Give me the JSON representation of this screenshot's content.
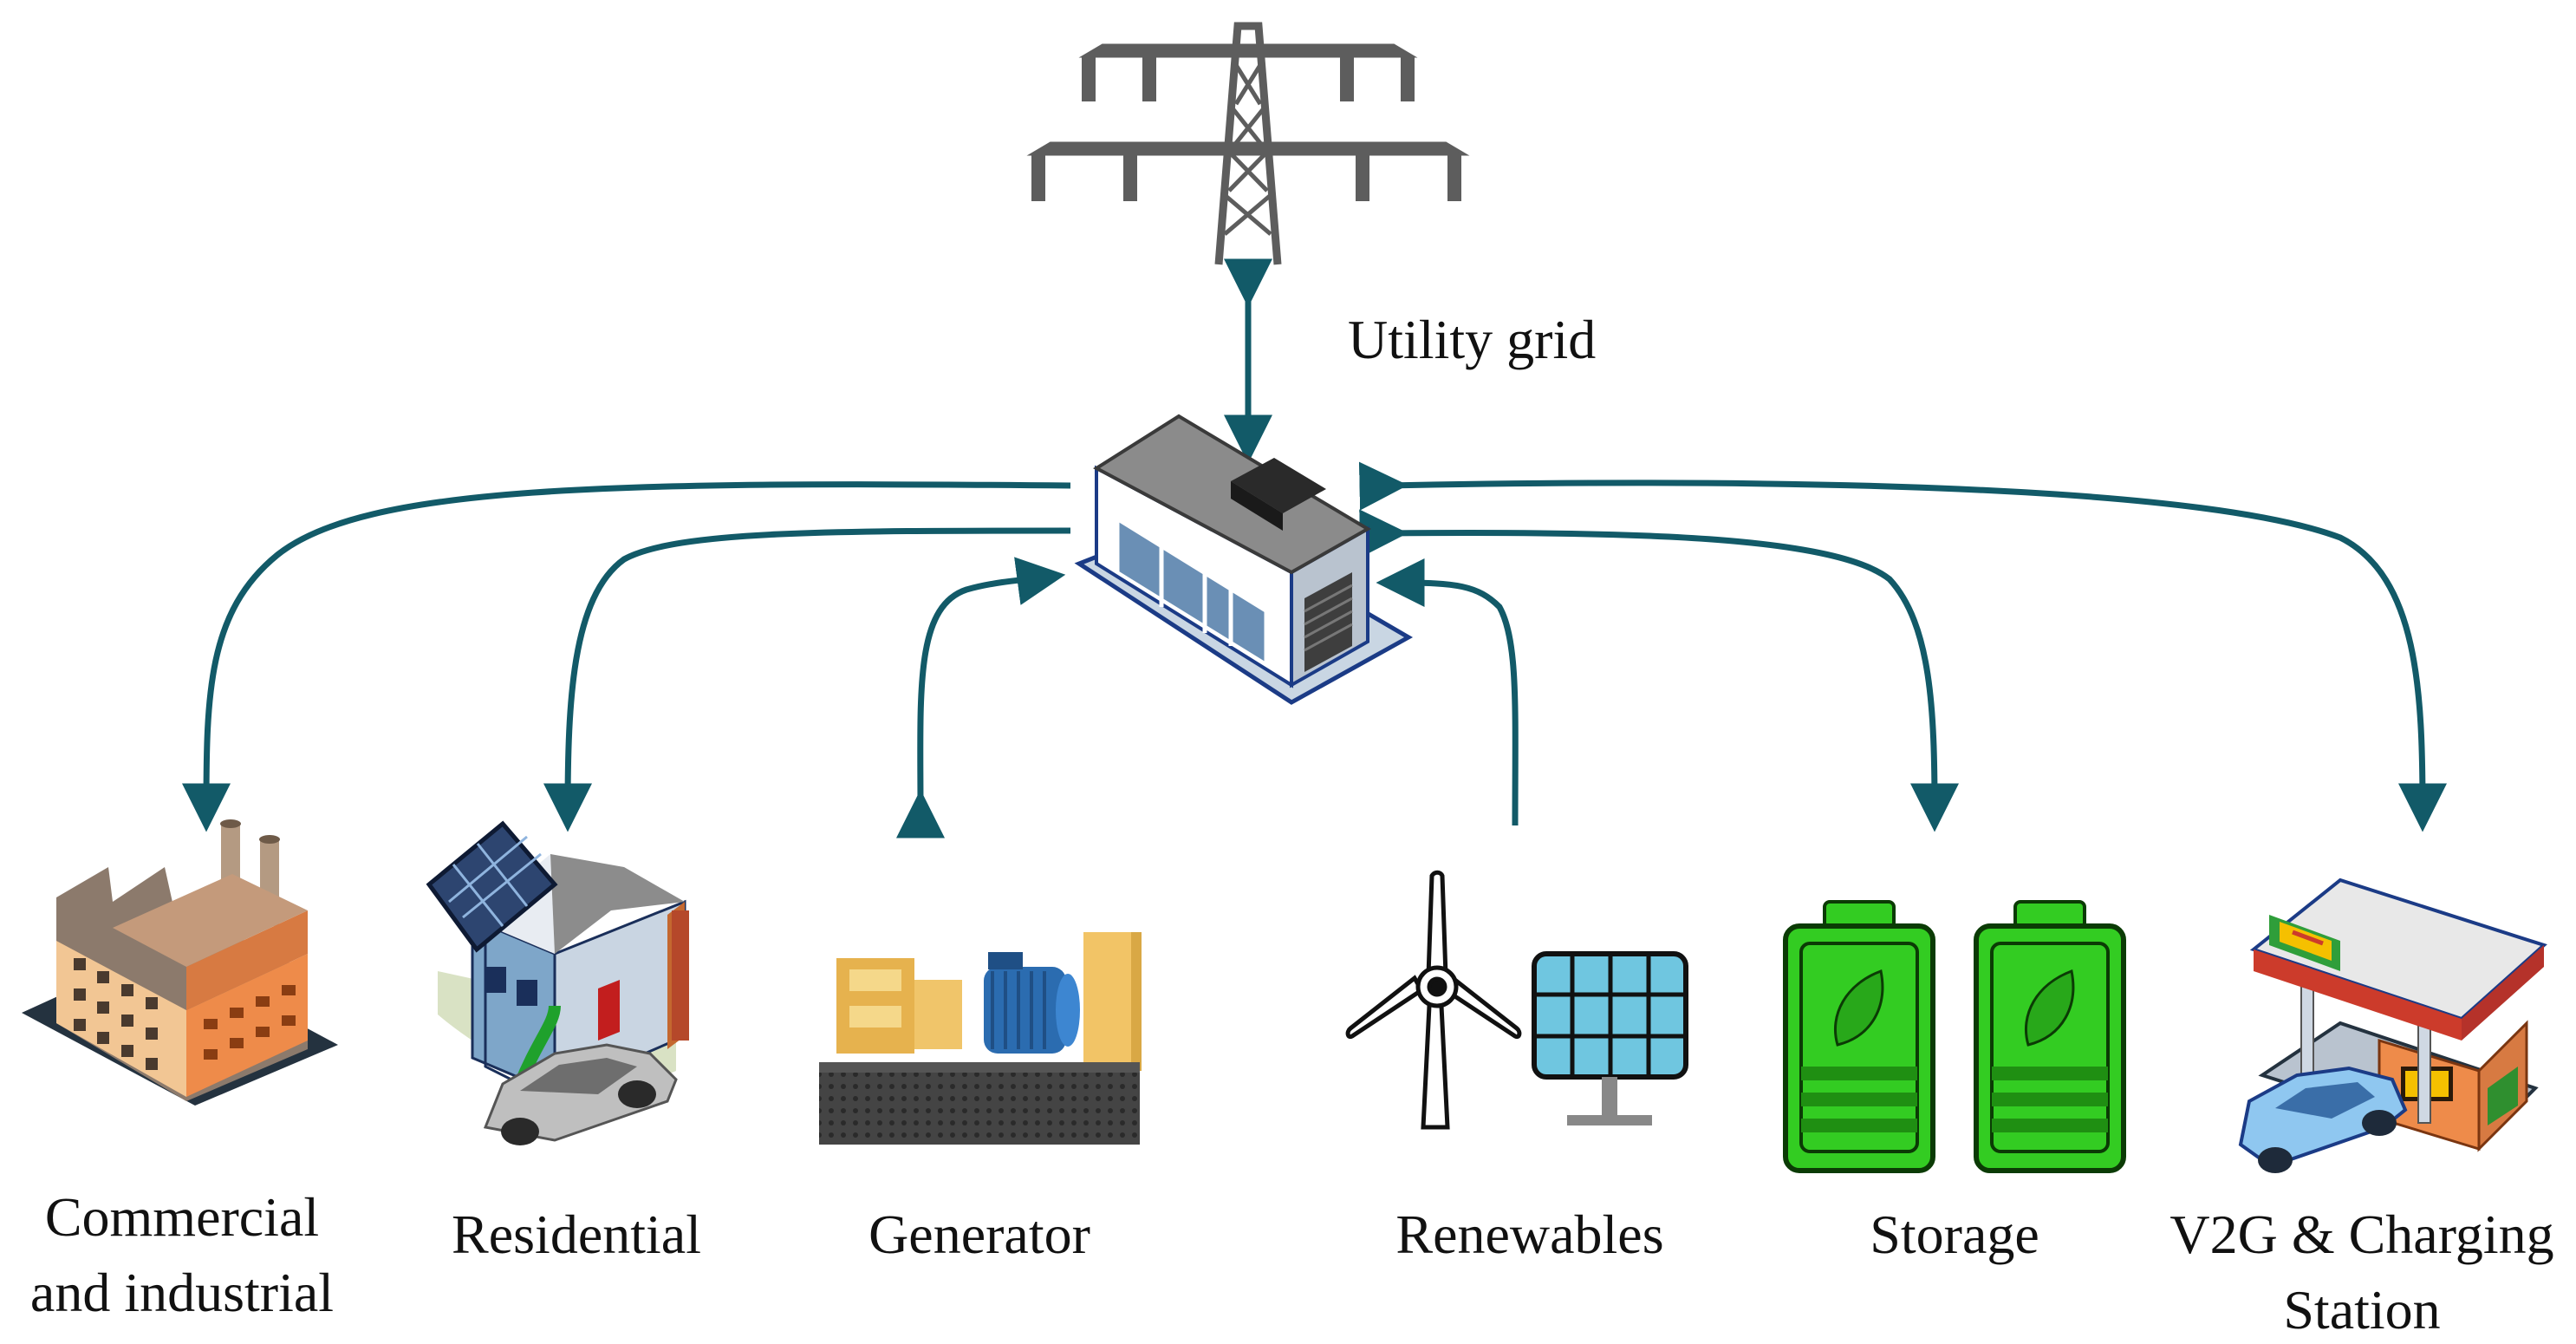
{
  "grid": {
    "label": "Utility grid"
  },
  "nodes": {
    "commercial": {
      "line1": "Commercial",
      "line2": "and industrial"
    },
    "residential": {
      "label": "Residential"
    },
    "generator": {
      "label": "Generator"
    },
    "renewables": {
      "label": "Renewables"
    },
    "storage": {
      "label": "Storage"
    },
    "v2g": {
      "line1": "V2G & Charging",
      "line2": "Station"
    }
  },
  "colors": {
    "arrow": "#125a68",
    "tower": "#5d5d5d",
    "battery": "#33cc22",
    "solar": "#6fc6e0"
  }
}
